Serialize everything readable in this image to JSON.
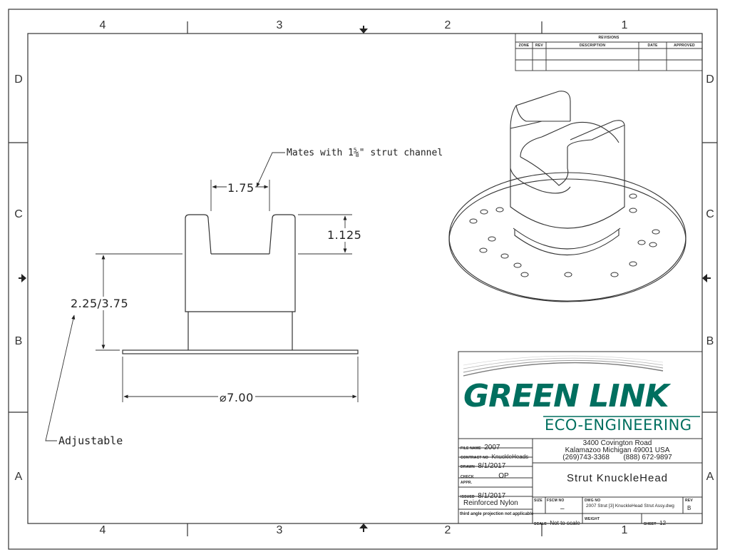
{
  "zones": {
    "columns": [
      "4",
      "3",
      "2",
      "1"
    ],
    "rows": [
      "D",
      "C",
      "B",
      "A"
    ]
  },
  "revisions": {
    "title": "REVISIONS",
    "headers": [
      "ZONE",
      "REV",
      "DESCRIPTION",
      "DATE",
      "APPROVED"
    ]
  },
  "dimensions": {
    "slot_width": "1.75",
    "jaw_height": "1.125",
    "body_height": "2.25/3.75",
    "flange_diameter": "⌀7.00"
  },
  "notes": {
    "strut_note": "Mates with 1⅝\" strut channel",
    "adjustable": "Adjustable"
  },
  "logo": {
    "line1": "GREEN LINK",
    "line2": "ECO-ENGINEERING",
    "primary_color": "#006f5f"
  },
  "title_block": {
    "file_name_label": "FILE NAME",
    "file_name": "2007",
    "contract_label": "CONTRACT NO",
    "contract_no": "KnuckleHeads",
    "drawn_label": "DRAWN",
    "drawn_date": "8/1/2017",
    "check_label": "CHECK",
    "check_value": "OP",
    "appr_label": "APPR.",
    "issued_label": "ISSUED",
    "issued_date": "8/1/2017",
    "material": "Reinforced Nylon",
    "projection": "third angle projection not applicable",
    "address_line1": "3400 Covington Road",
    "address_line2": "Kalamazoo Michigan 49001 USA",
    "phone_line": "(269)743-3368       (888) 672-9897",
    "drawing_title": "Strut KnuckleHead",
    "size_label": "SIZE",
    "fscm_label": "FSCM NO",
    "fscm_value": "–",
    "dwg_label": "DWG NO",
    "dwg_value": "2007 Strut [3] KnuckleHead Strut Assy.dwg",
    "rev_label": "REV",
    "rev_value": "B",
    "scale_label": "SCALE",
    "scale_value": "Not to scale",
    "weight_label": "WEIGHT",
    "sheet_label": "SHEET",
    "sheet_value": "12"
  }
}
